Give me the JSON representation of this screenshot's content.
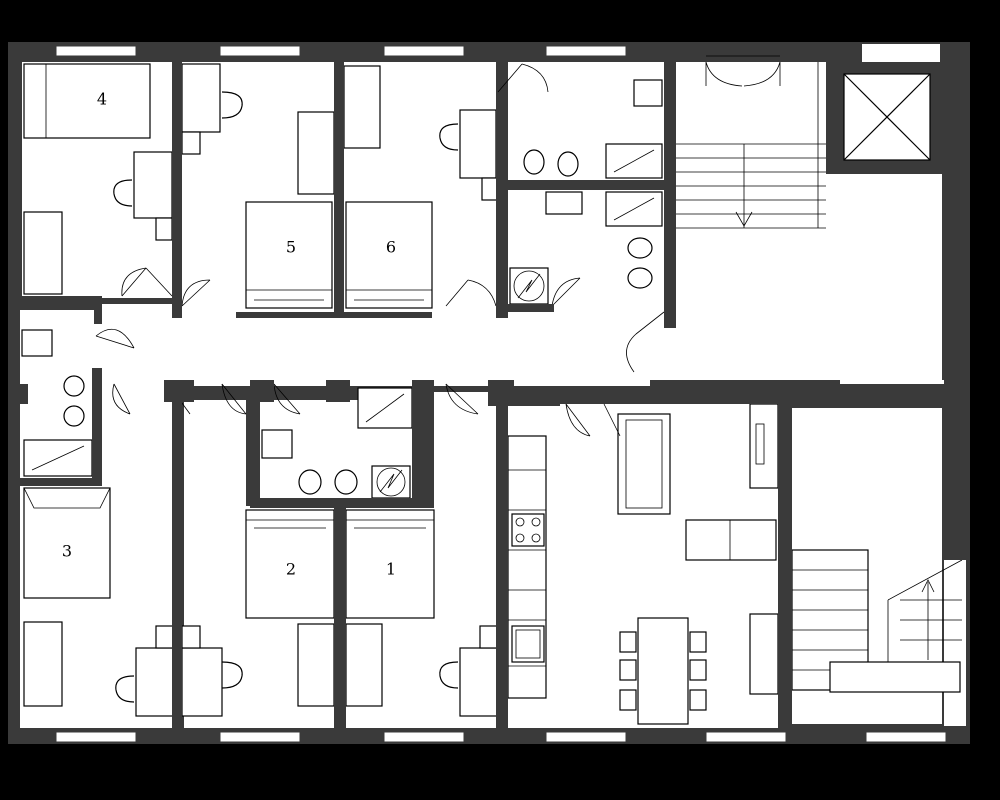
{
  "rooms": [
    {
      "id": "4",
      "label": "4"
    },
    {
      "id": "5",
      "label": "5"
    },
    {
      "id": "6",
      "label": "6"
    },
    {
      "id": "3",
      "label": "3"
    },
    {
      "id": "2",
      "label": "2"
    },
    {
      "id": "1",
      "label": "1"
    }
  ],
  "colors": {
    "background": "#000000",
    "wall": "#3a3a3a",
    "floor": "#ffffff",
    "line": "#000000"
  }
}
